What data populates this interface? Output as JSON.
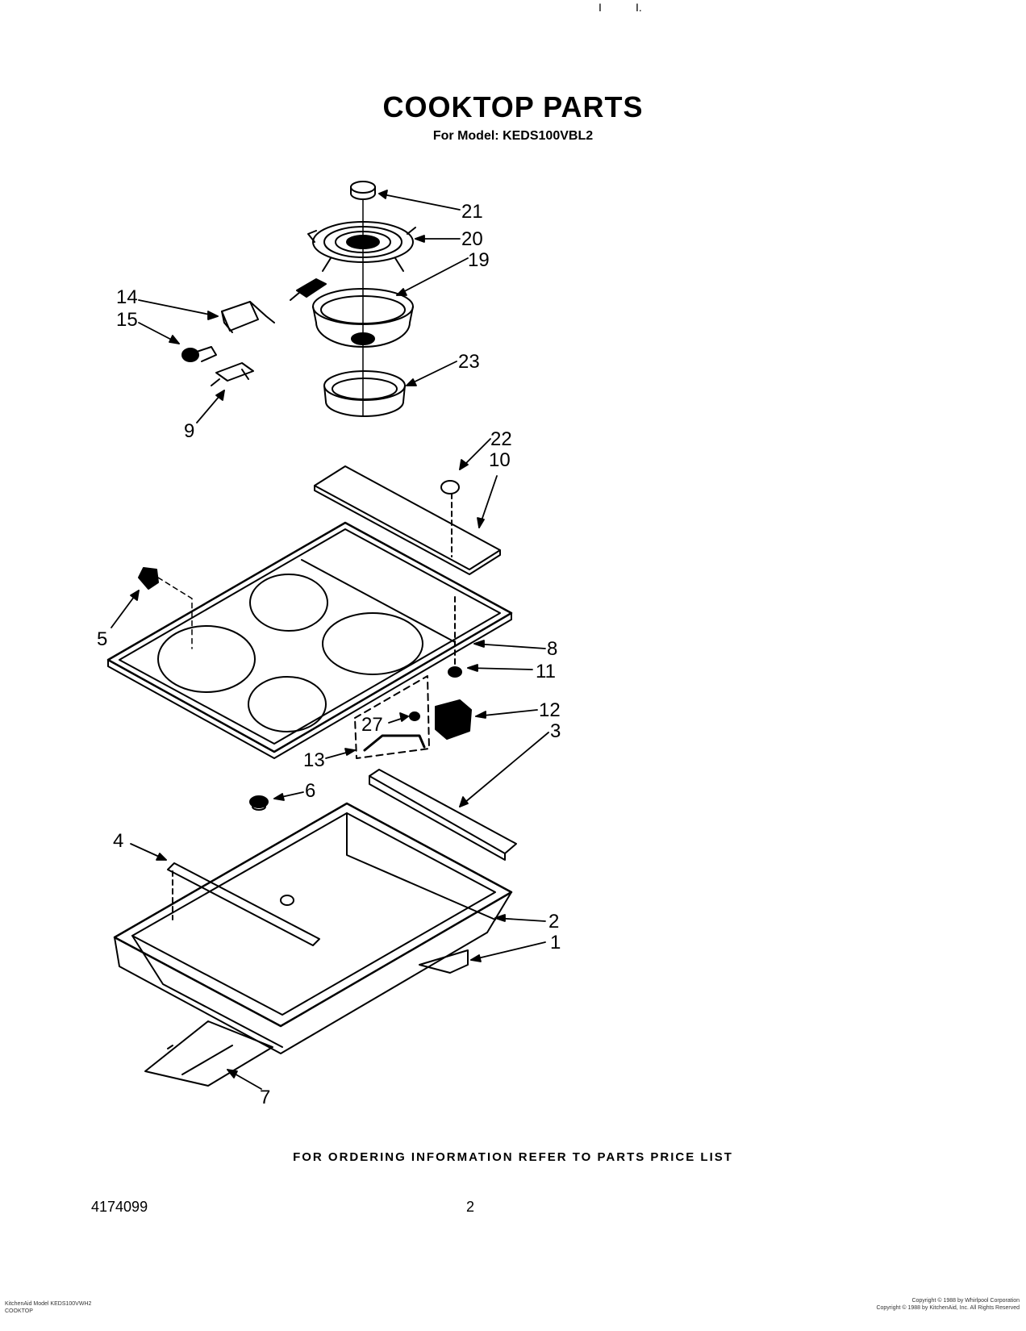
{
  "header": {
    "title": "COOKTOP PARTS",
    "subtitle": "For Model: KEDS100VBL2"
  },
  "top_marks": [
    "I",
    "I."
  ],
  "diagram": {
    "callouts": [
      "21",
      "20",
      "19",
      "14",
      "15",
      "23",
      "9",
      "22",
      "10",
      "5",
      "8",
      "11",
      "12",
      "3",
      "27",
      "13",
      "6",
      "4",
      "2",
      "1",
      "7"
    ]
  },
  "footer": {
    "ordering_note": "FOR ORDERING INFORMATION REFER TO PARTS PRICE LIST",
    "doc_number": "4174099",
    "page_number": "2",
    "fine_print_left": [
      "KitchenAid Model KEDS100VWH2",
      "COOKTOP"
    ],
    "fine_print_right": [
      "Copyright © 1988 by Whirlpool Corporation",
      "Copyright © 1988 by KitchenAid, Inc. All Rights Reserved"
    ]
  }
}
